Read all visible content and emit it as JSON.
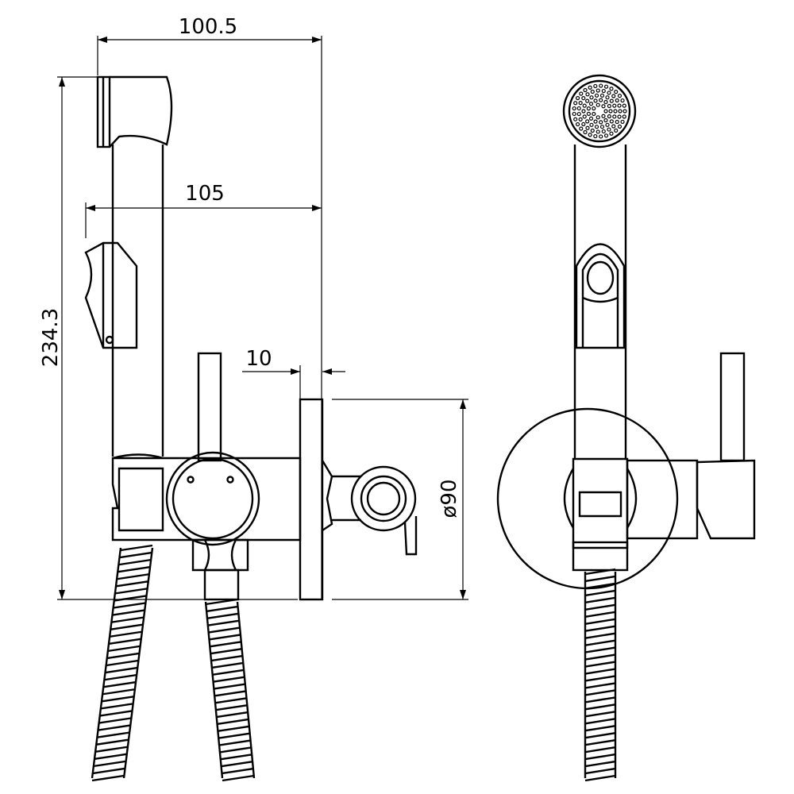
{
  "dimensions": {
    "width_top": "100.5",
    "width_trigger": "105",
    "height": "234.3",
    "plate_thickness": "10",
    "plate_diameter": "ø90"
  },
  "colors": {
    "line": "#000000",
    "background": "#ffffff"
  }
}
